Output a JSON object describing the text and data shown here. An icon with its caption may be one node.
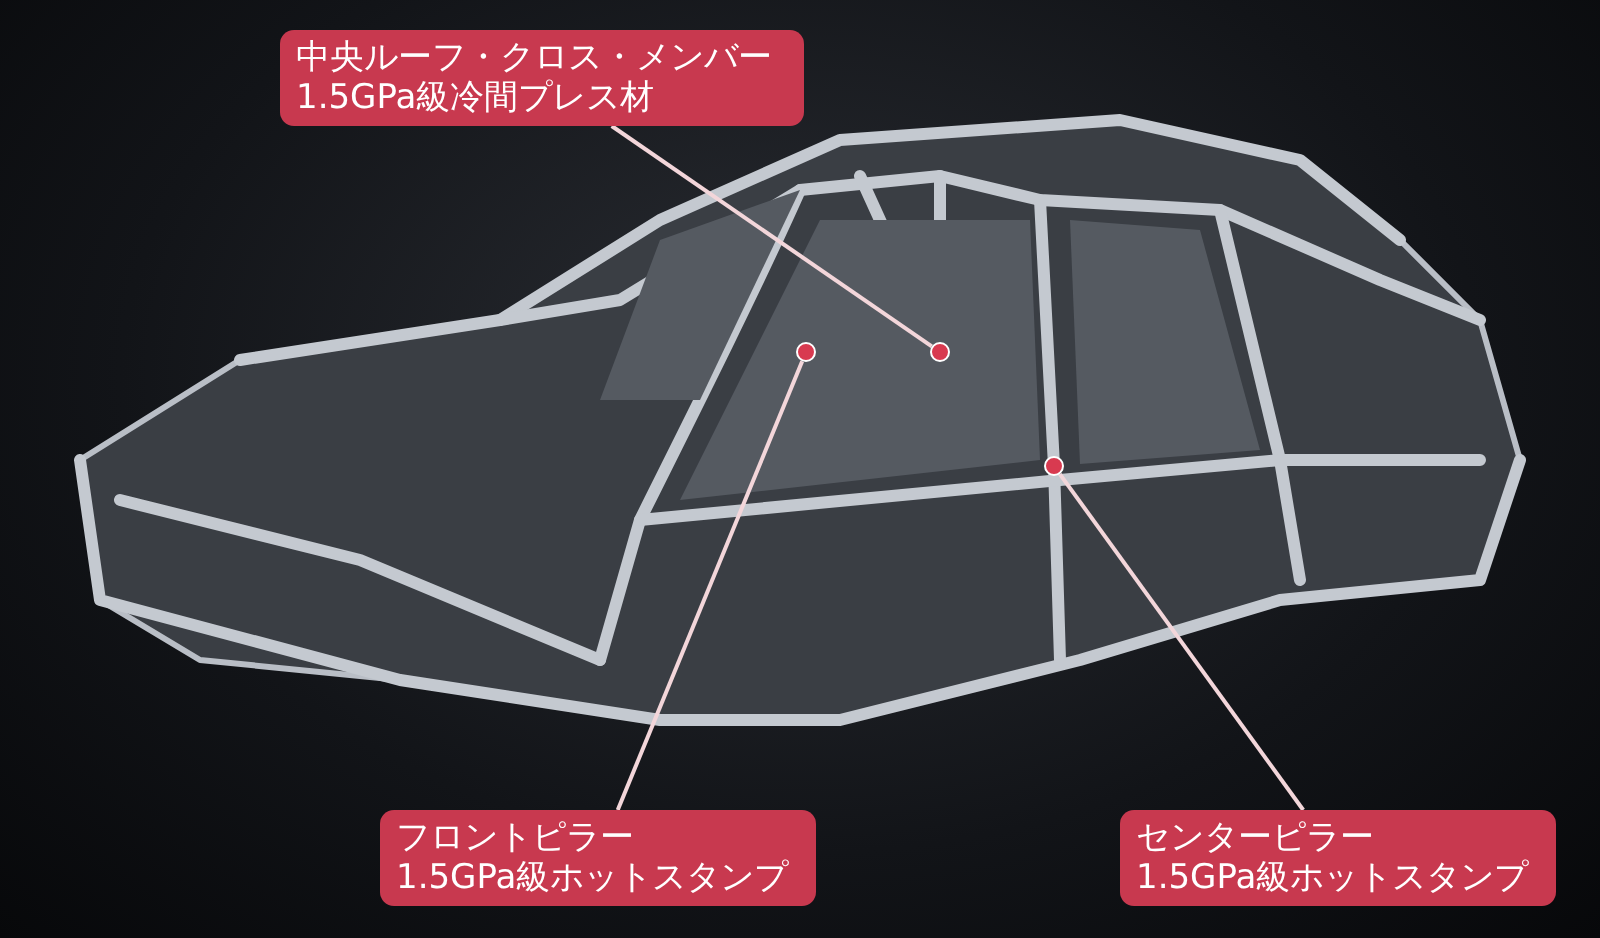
{
  "diagram": {
    "nodes": [
      {
        "text": [
          "中央ルーフ・クロス・メンバー",
          "1.5GPa級冷間プレス材"
        ]
      },
      {
        "text": [],
        "shape": "circle"
      },
      {
        "text": [
          "フロントピラー",
          "1.5GPa級ホットスタンプ"
        ]
      },
      {
        "text": [],
        "shape": "circle"
      },
      {
        "text": [
          "センターピラー",
          "1.5GPa級ホットスタンプ"
        ]
      },
      {
        "text": [],
        "shape": "circle"
      }
    ],
    "edges": [
      {
        "from": 0,
        "to": 1,
        "arrow": "none"
      },
      {
        "from": 2,
        "to": 3,
        "arrow": "none"
      },
      {
        "from": 4,
        "to": 5,
        "arrow": "none"
      }
    ]
  }
}
